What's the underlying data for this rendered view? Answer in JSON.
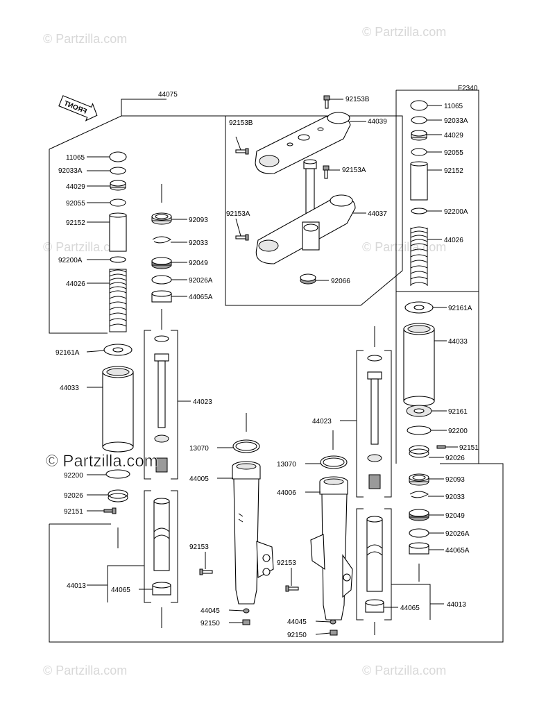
{
  "diagram_code": "F2340",
  "front_label": "FRONT",
  "watermark": "© Partzilla.com",
  "overlay_watermark": "© Partzilla.com",
  "labels": {
    "l44075": "44075",
    "l92153B_top": "92153B",
    "l92153B": "92153B",
    "l44039": "44039",
    "l92153A_a": "92153A",
    "l92153A_b": "92153A",
    "l44037": "44037",
    "l92066": "92066",
    "L11065": "11065",
    "L92033A": "92033A",
    "L44029": "44029",
    "L92055": "92055",
    "L92152": "92152",
    "L92200A": "92200A",
    "L44026": "44026",
    "L92161A": "92161A",
    "L44033": "44033",
    "L92200": "92200",
    "L92026": "92026",
    "L92151": "92151",
    "L44013": "44013",
    "L44065": "44065",
    "C92093": "92093",
    "C92033": "92033",
    "C92049": "92049",
    "C92026A": "92026A",
    "C44065A": "44065A",
    "C44023": "44023",
    "M13070": "13070",
    "M44005": "44005",
    "M92153": "92153",
    "M44045": "44045",
    "M92150": "92150",
    "N44023": "44023",
    "N13070": "13070",
    "N44006": "44006",
    "N92153": "92153",
    "N44045": "44045",
    "N92150": "92150",
    "R11065": "11065",
    "R92033A": "92033A",
    "R44029": "44029",
    "R92055": "92055",
    "R92152": "92152",
    "R92200A": "92200A",
    "R44026": "44026",
    "R92161A": "92161A",
    "R44033": "44033",
    "R92161": "92161",
    "R92200": "92200",
    "R92151": "92151",
    "R92026": "92026",
    "R92093": "92093",
    "R92033": "92033",
    "R92049": "92049",
    "R92026A": "92026A",
    "R44065A": "44065A",
    "R44013": "44013",
    "R44065": "44065"
  }
}
